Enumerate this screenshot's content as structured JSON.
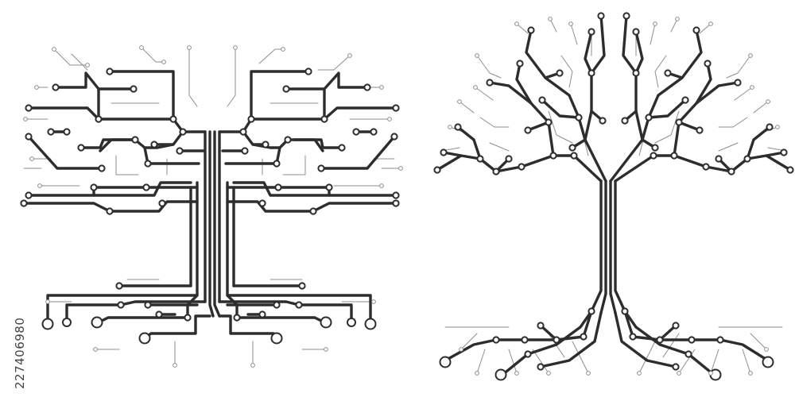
{
  "watermark": {
    "stock_id": "227406980"
  },
  "figures": [
    {
      "name": "geometric-circuit-tree",
      "style": "angular circuit traces"
    },
    {
      "name": "organic-circuit-tree",
      "style": "branching circuit traces"
    }
  ],
  "colors": {
    "background": "#ffffff",
    "trace_dark": "#2d2d2d",
    "trace_light": "#8e8e8e"
  }
}
